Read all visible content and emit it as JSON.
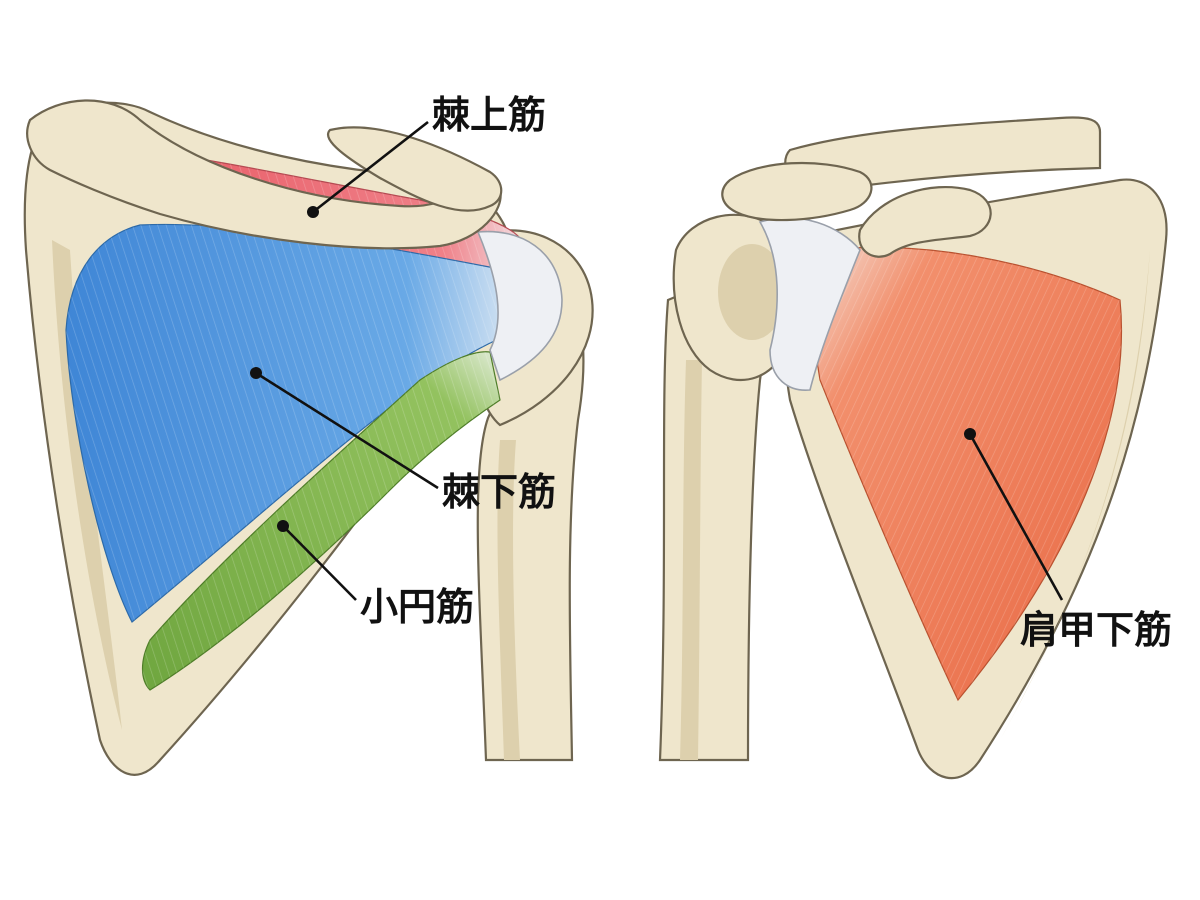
{
  "labels": {
    "supraspinatus": "棘上筋",
    "infraspinatus": "棘下筋",
    "teres_minor": "小円筋",
    "subscapularis": "肩甲下筋"
  },
  "colors": {
    "background": "#ffffff",
    "bone": "#efe6cc",
    "bone_outline": "#6e6550",
    "supraspinatus": "#e8636b",
    "infraspinatus": "#4a90d9",
    "teres_minor": "#7cb04a",
    "subscapularis": "#ee7d5a",
    "tendon": "#eef0f4",
    "label_text": "#111111"
  }
}
